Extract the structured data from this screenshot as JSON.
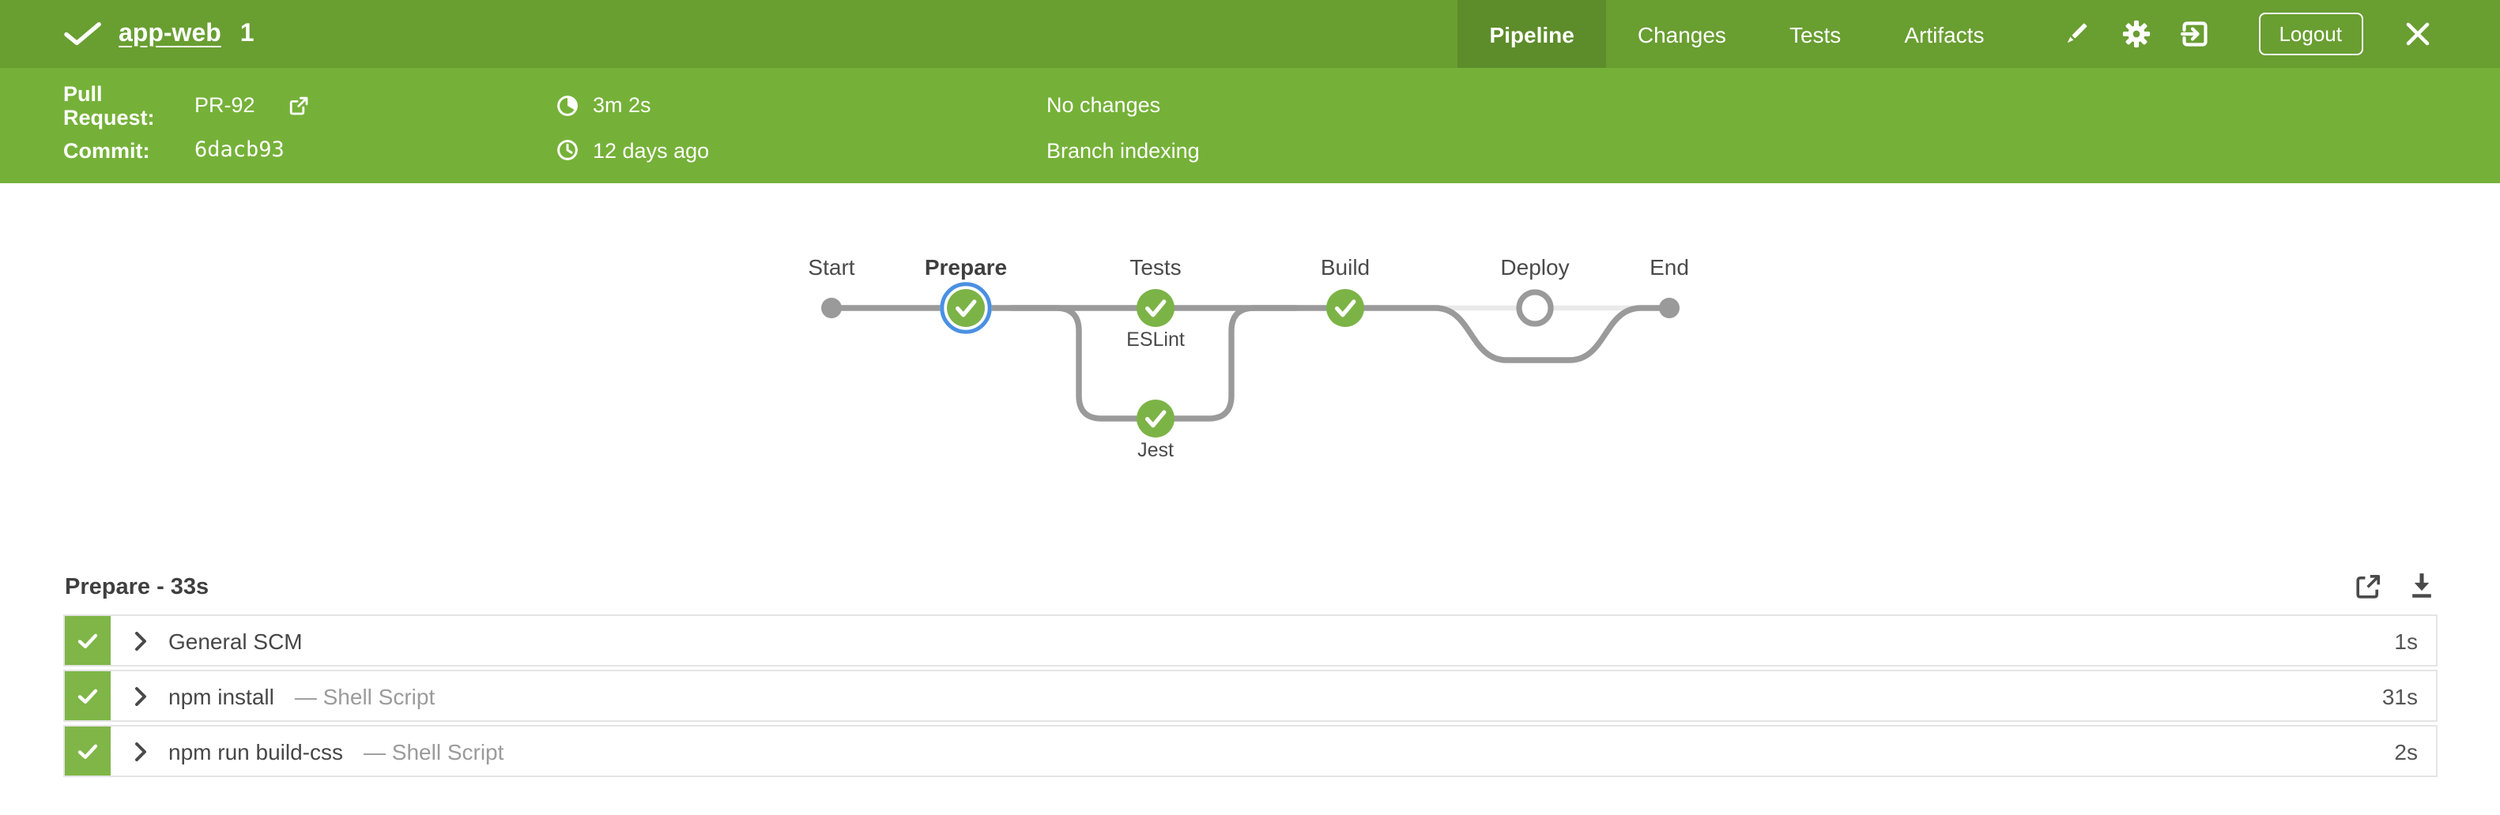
{
  "header": {
    "build_status": "success",
    "title": "app-web",
    "build_number": "1",
    "tabs": [
      {
        "label": "Pipeline",
        "active": true
      },
      {
        "label": "Changes",
        "active": false
      },
      {
        "label": "Tests",
        "active": false
      },
      {
        "label": "Artifacts",
        "active": false
      }
    ],
    "logout_label": "Logout"
  },
  "run_details": {
    "pull_request_label": "Pull Request:",
    "pull_request_value": "PR-92",
    "commit_label": "Commit:",
    "commit_value": "6dacb93",
    "duration": "3m 2s",
    "completed": "12 days ago",
    "changes": "No changes",
    "cause": "Branch indexing"
  },
  "pipeline_graph": {
    "selected_stage": "Prepare",
    "stages": [
      {
        "label": "Start",
        "status": "terminal"
      },
      {
        "label": "Prepare",
        "status": "success",
        "selected": true
      },
      {
        "label": "Tests",
        "status": "success",
        "branches": [
          {
            "label": "ESLint",
            "status": "success"
          },
          {
            "label": "Jest",
            "status": "success"
          }
        ]
      },
      {
        "label": "Build",
        "status": "success"
      },
      {
        "label": "Deploy",
        "status": "skipped"
      },
      {
        "label": "End",
        "status": "terminal"
      }
    ]
  },
  "steps_panel": {
    "title": "Prepare - 33s",
    "steps": [
      {
        "name": "General SCM",
        "detail": "",
        "duration": "1s",
        "status": "success"
      },
      {
        "name": "npm install",
        "detail": "— Shell Script",
        "duration": "31s",
        "status": "success"
      },
      {
        "name": "npm run build-css",
        "detail": "— Shell Script",
        "duration": "2s",
        "status": "success"
      }
    ]
  },
  "icons": {
    "header_status": "check-icon",
    "edit": "pencil-icon",
    "settings": "gear-icon",
    "exit": "exit-icon",
    "close": "close-icon",
    "pull_request_link": "external-link-icon",
    "duration": "elapsed-pie-icon",
    "completed": "clock-icon",
    "open_log": "open-external-icon",
    "download_log": "download-icon",
    "step_expand": "chevron-right-icon",
    "step_status": "check-icon"
  },
  "colors": {
    "header_green": "#699E31",
    "active_tab_green": "#5D8C2B",
    "band_green": "#75B138",
    "success_green": "#7CB347",
    "selected_ring_blue": "#4A90E2",
    "graph_line_gray": "#9A9A9A",
    "skipped_line_gray": "#EAEAEA"
  }
}
